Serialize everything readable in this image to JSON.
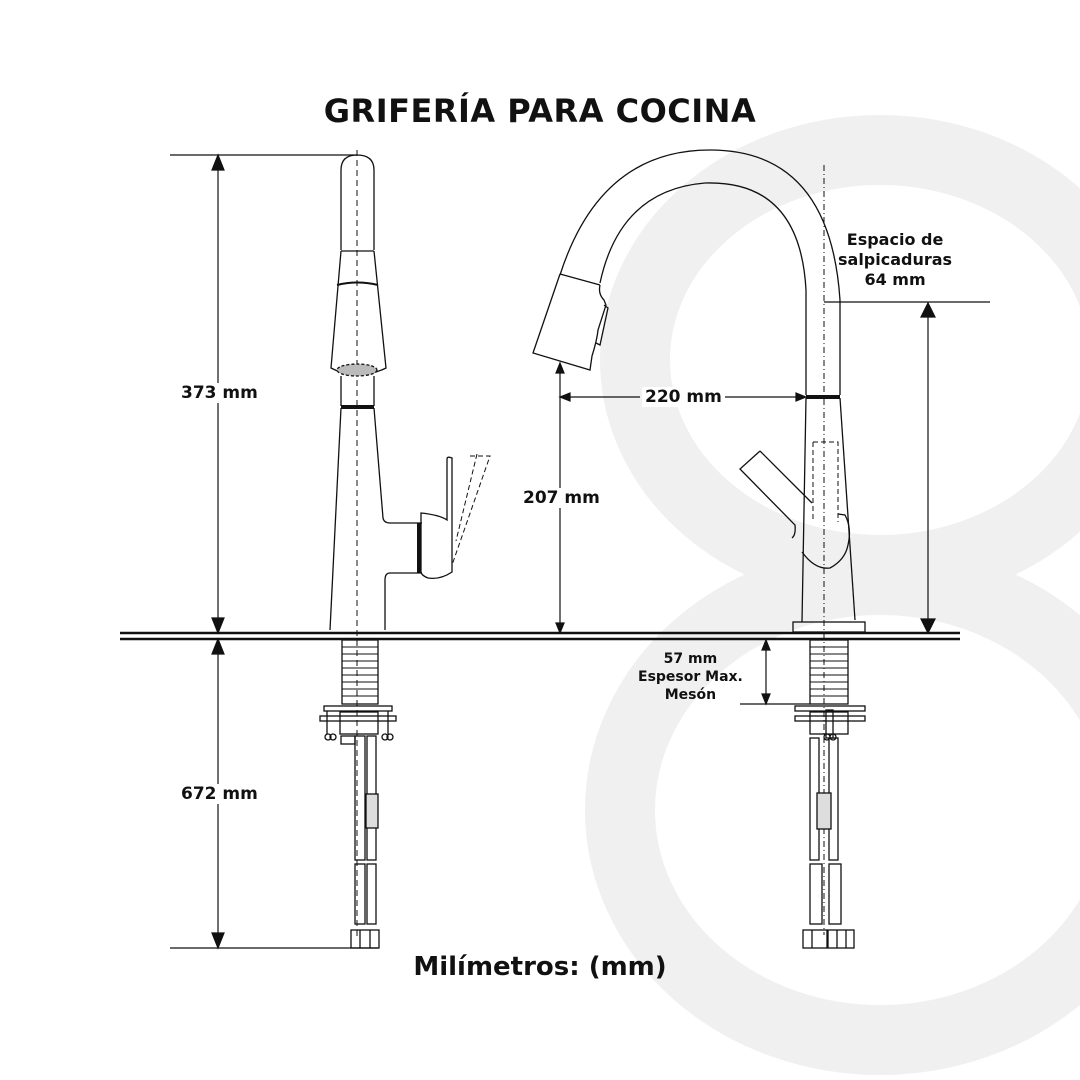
{
  "title": "GRIFERÍA PARA COCINA",
  "footer": "Milímetros: (mm)",
  "dimensions": {
    "total_height_above_counter": "373 mm",
    "hose_length_below_counter": "672 mm",
    "spout_clearance_height": "207 mm",
    "spout_reach": "220 mm",
    "splash_space": {
      "line1": "Espacio de",
      "line2": "salpicaduras",
      "line3": "64 mm"
    },
    "counter_thickness": {
      "line1": "57 mm",
      "line2": "Espesor Max.",
      "line3": "Mesón"
    }
  },
  "views": {
    "left": "side-view-faucet",
    "right": "front-view-faucet"
  },
  "colors": {
    "line": "#111111",
    "watermark": "#f0f0f0",
    "background": "#ffffff"
  }
}
